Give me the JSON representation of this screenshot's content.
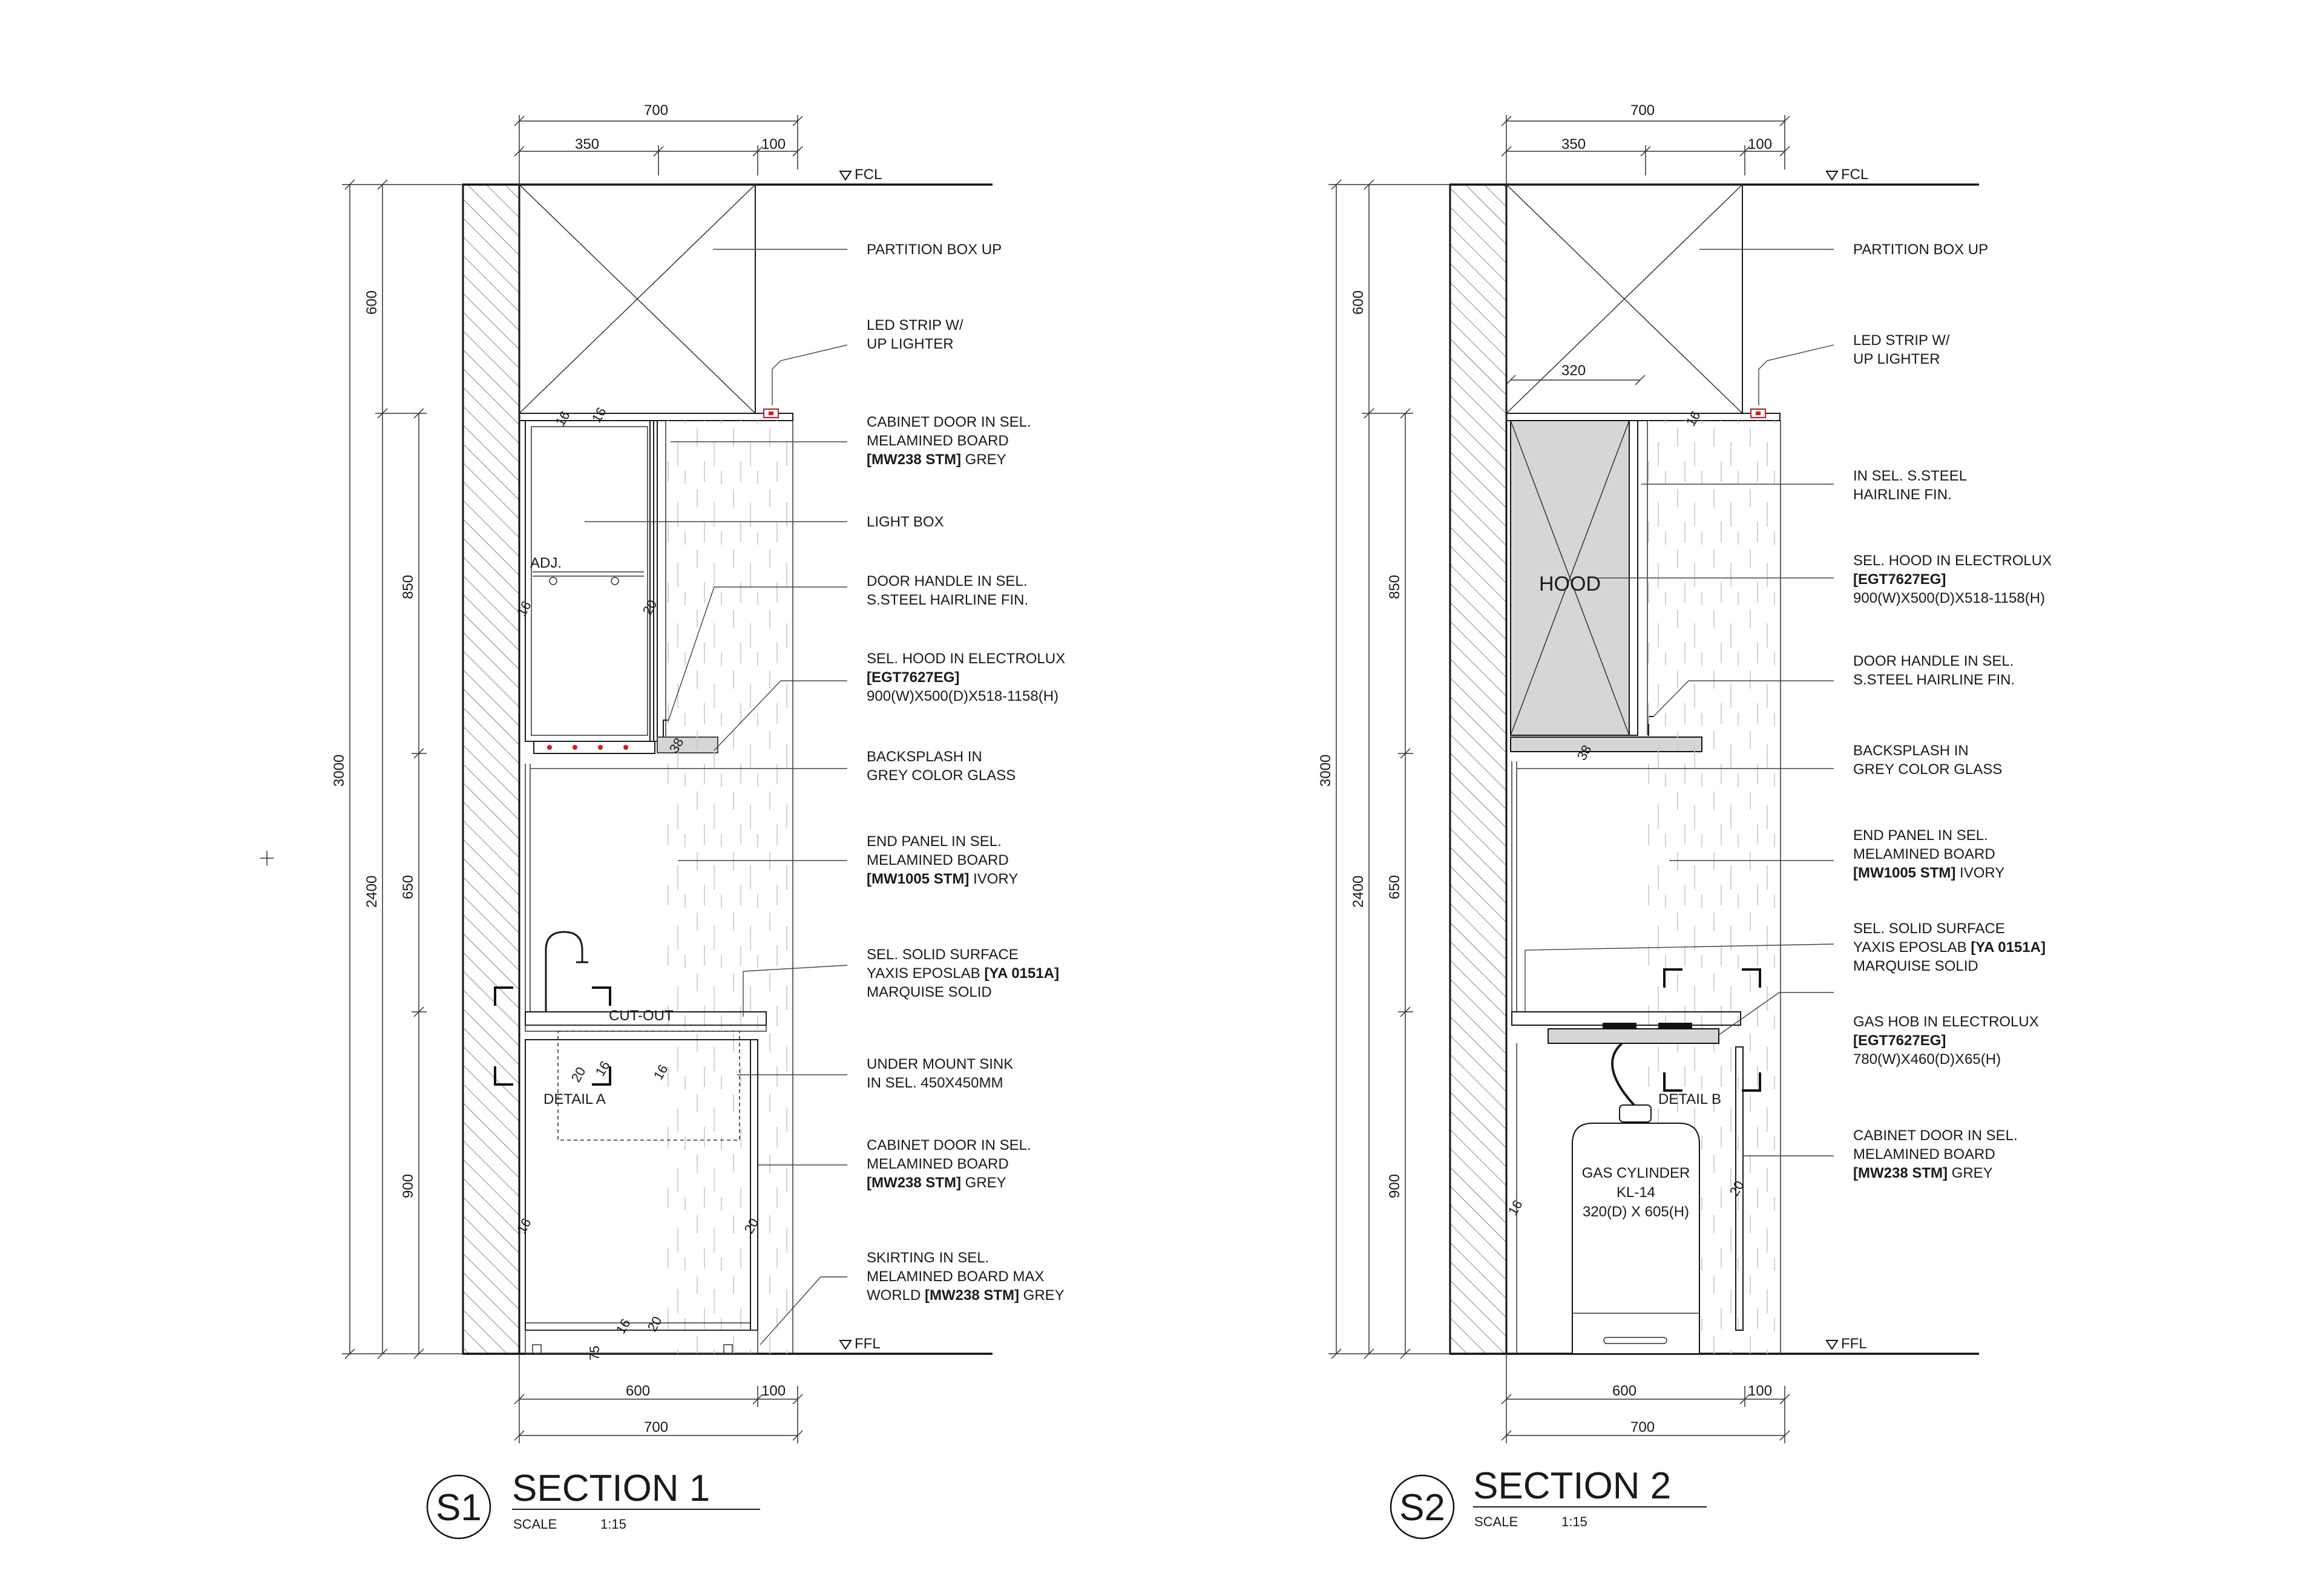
{
  "sections": [
    {
      "id": "s1",
      "badge": "S1",
      "title": "SECTION 1",
      "scale_label": "SCALE",
      "scale_value": "1:15",
      "top_dims": [
        "700",
        "350",
        "100"
      ],
      "bottom_dims": [
        "600",
        "100",
        "700"
      ],
      "left_dims": {
        "overall": "3000",
        "full": "2400",
        "upper": "600",
        "tall": "850",
        "mid": "650",
        "low": "900"
      },
      "levels": {
        "top": "FCL",
        "bottom": "FFL"
      },
      "inner_labels": [
        "ADJ.",
        "CUT-OUT",
        "DETAIL A",
        "16",
        "16",
        "20",
        "16",
        "20",
        "16",
        "38",
        "20",
        "16",
        "20",
        "16",
        "16",
        "75"
      ],
      "annotations": [
        {
          "lines": [
            {
              "t": "PARTITION BOX UP"
            }
          ]
        },
        {
          "lines": [
            {
              "t": "LED STRIP W/"
            },
            {
              "t": "UP LIGHTER"
            }
          ]
        },
        {
          "lines": [
            {
              "t": "CABINET DOOR IN SEL."
            },
            {
              "t": "MELAMINED BOARD"
            },
            {
              "b": "[MW238 STM]",
              "t": " GREY"
            }
          ]
        },
        {
          "lines": [
            {
              "t": "LIGHT BOX"
            }
          ]
        },
        {
          "lines": [
            {
              "t": "DOOR HANDLE IN SEL."
            },
            {
              "t": "S.STEEL HAIRLINE FIN."
            }
          ]
        },
        {
          "lines": [
            {
              "t": "SEL. HOOD IN ELECTROLUX"
            },
            {
              "b": "[EGT7627EG]"
            },
            {
              "t": "900(W)X500(D)X518-1158(H)"
            }
          ]
        },
        {
          "lines": [
            {
              "t": "BACKSPLASH IN"
            },
            {
              "t": "GREY COLOR GLASS"
            }
          ]
        },
        {
          "lines": [
            {
              "t": "END PANEL IN SEL."
            },
            {
              "t": "MELAMINED BOARD"
            },
            {
              "b": "[MW1005 STM]",
              "t": " IVORY"
            }
          ]
        },
        {
          "lines": [
            {
              "t": "SEL. SOLID SURFACE"
            },
            {
              "t": "YAXIS EPOSLAB ",
              "b": "[YA 0151A]"
            },
            {
              "t": "MARQUISE SOLID"
            }
          ]
        },
        {
          "lines": [
            {
              "t": "UNDER MOUNT SINK"
            },
            {
              "t": "IN SEL. 450X450MM"
            }
          ]
        },
        {
          "lines": [
            {
              "t": "CABINET DOOR IN SEL."
            },
            {
              "t": "MELAMINED BOARD"
            },
            {
              "b": "[MW238 STM]",
              "t": " GREY"
            }
          ]
        },
        {
          "lines": [
            {
              "t": "SKIRTING IN SEL."
            },
            {
              "t": "MELAMINED BOARD MAX"
            },
            {
              "t": "WORLD ",
              "b": "[MW238 STM]",
              "t2": " GREY"
            }
          ]
        }
      ]
    },
    {
      "id": "s2",
      "badge": "S2",
      "title": "SECTION 2",
      "scale_label": "SCALE",
      "scale_value": "1:15",
      "top_dims": [
        "700",
        "350",
        "100",
        "320"
      ],
      "bottom_dims": [
        "600",
        "100",
        "700"
      ],
      "left_dims": {
        "overall": "3000",
        "full": "2400",
        "upper": "600",
        "tall": "850",
        "mid": "650",
        "low": "900"
      },
      "levels": {
        "top": "FCL",
        "bottom": "FFL"
      },
      "inner_labels": [
        "HOOD",
        "DETAIL B",
        "16",
        "38",
        "16",
        "20"
      ],
      "cylinder_lines": [
        "GAS CYLINDER",
        "KL-14",
        "320(D) X 605(H)"
      ],
      "annotations": [
        {
          "lines": [
            {
              "t": "PARTITION BOX UP"
            }
          ]
        },
        {
          "lines": [
            {
              "t": "LED STRIP W/"
            },
            {
              "t": "UP LIGHTER"
            }
          ]
        },
        {
          "lines": [
            {
              "t": "IN SEL. S.STEEL"
            },
            {
              "t": "HAIRLINE FIN."
            }
          ]
        },
        {
          "lines": [
            {
              "t": "SEL. HOOD IN ELECTROLUX"
            },
            {
              "b": "[EGT7627EG]"
            },
            {
              "t": "900(W)X500(D)X518-1158(H)"
            }
          ]
        },
        {
          "lines": [
            {
              "t": "DOOR HANDLE IN SEL."
            },
            {
              "t": "S.STEEL HAIRLINE FIN."
            }
          ]
        },
        {
          "lines": [
            {
              "t": "BACKSPLASH IN"
            },
            {
              "t": "GREY COLOR GLASS"
            }
          ]
        },
        {
          "lines": [
            {
              "t": "END PANEL IN SEL."
            },
            {
              "t": "MELAMINED BOARD"
            },
            {
              "b": "[MW1005 STM]",
              "t": " IVORY"
            }
          ]
        },
        {
          "lines": [
            {
              "t": "SEL. SOLID SURFACE"
            },
            {
              "t": "YAXIS EPOSLAB ",
              "b": "[YA 0151A]"
            },
            {
              "t": "MARQUISE SOLID"
            }
          ]
        },
        {
          "lines": [
            {
              "t": "GAS HOB IN ELECTROLUX"
            },
            {
              "b": "[EGT7627EG]"
            },
            {
              "t": "780(W)X460(D)X65(H)"
            }
          ]
        },
        {
          "lines": [
            {
              "t": "CABINET DOOR IN SEL."
            },
            {
              "t": "MELAMINED BOARD"
            },
            {
              "b": "[MW238 STM]",
              "t": " GREY"
            }
          ]
        }
      ]
    }
  ],
  "colors": {
    "line": "#1a1a1a",
    "led": "#e0161b",
    "hood_fill": "#d6d6d6",
    "panel_hatch": "#c9c9c9"
  }
}
